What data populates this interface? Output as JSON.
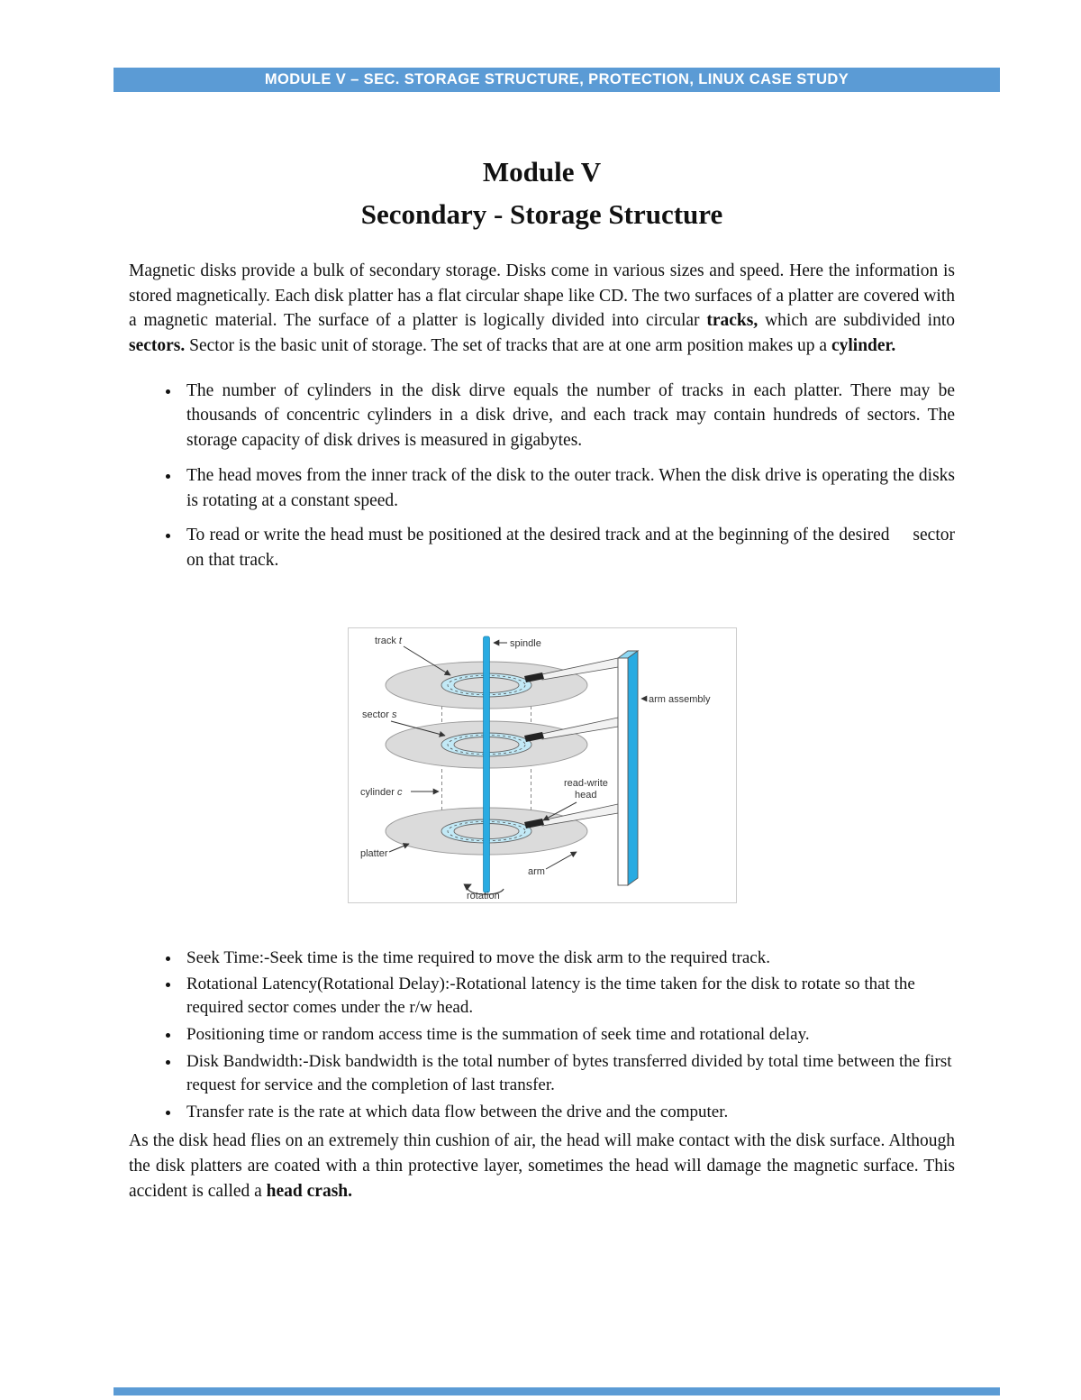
{
  "header": {
    "title": "MODULE V – SEC. STORAGE STRUCTURE, PROTECTION, LINUX CASE STUDY"
  },
  "colors": {
    "accent_blue": "#5B9BD5",
    "diagram_cyan": "#29ABE2",
    "platter_gray": "#DBDBDB"
  },
  "title": {
    "line1": "Module V",
    "line2": "Secondary - Storage Structure"
  },
  "intro": {
    "seg1": "Magnetic disks provide a bulk of secondary storage. Disks come in various sizes and speed. Here the information is stored magnetically. Each disk platter has a flat circular shape like CD. The two surfaces of a platter are covered with a magnetic material. The surface of a platter is logically divided into circular ",
    "seg2": "tracks,",
    "seg3": " which are subdivided into ",
    "seg4": "sectors.",
    "seg5": " Sector is the basic unit of storage. The set of tracks that are at one arm position makes up a ",
    "seg6": "cylinder."
  },
  "bullets_top": [
    "The number of cylinders in the disk dirve equals the number of tracks in each platter. There may be thousands of concentric cylinders in a disk drive, and each track may contain hundreds of sectors. The storage capacity of disk drives is measured in gigabytes.",
    "The head moves from the inner track of the disk to the outer track. When the disk drive is operating the disks is rotating at a constant speed.",
    "To read or write the head must be positioned at the desired track and at the beginning of the desired     sector on that track."
  ],
  "diagram": {
    "labels": {
      "track_base": "track ",
      "track_var": "t",
      "spindle": "spindle",
      "sector_base": "sector ",
      "sector_var": "s",
      "arm_assembly": "arm assembly",
      "cylinder_base": "cylinder ",
      "cylinder_var": "c",
      "read_write_line1": "read-write",
      "read_write_line2": "head",
      "platter": "platter",
      "arm": "arm",
      "rotation": "rotation"
    }
  },
  "bullets_bottom": [
    "Seek Time:-Seek time is the time required to move the disk arm to the required track.",
    "Rotational Latency(Rotational Delay):-Rotational latency is the time taken for the disk to rotate so that the required sector comes under the r/w head.",
    "Positioning time or random access time is the summation of seek time and rotational delay.",
    "Disk Bandwidth:-Disk bandwidth is the total number of bytes transferred divided by total time between the first request for service and the completion of last transfer.",
    "Transfer rate is the rate at which data flow between the drive and the computer."
  ],
  "closing": {
    "seg1": "As the disk head flies on an extremely thin cushion of air, the head will make contact with the disk surface. Although the disk platters are coated with a thin protective layer, sometimes the head will damage the magnetic surface. This accident is called a ",
    "seg2": "head crash."
  }
}
